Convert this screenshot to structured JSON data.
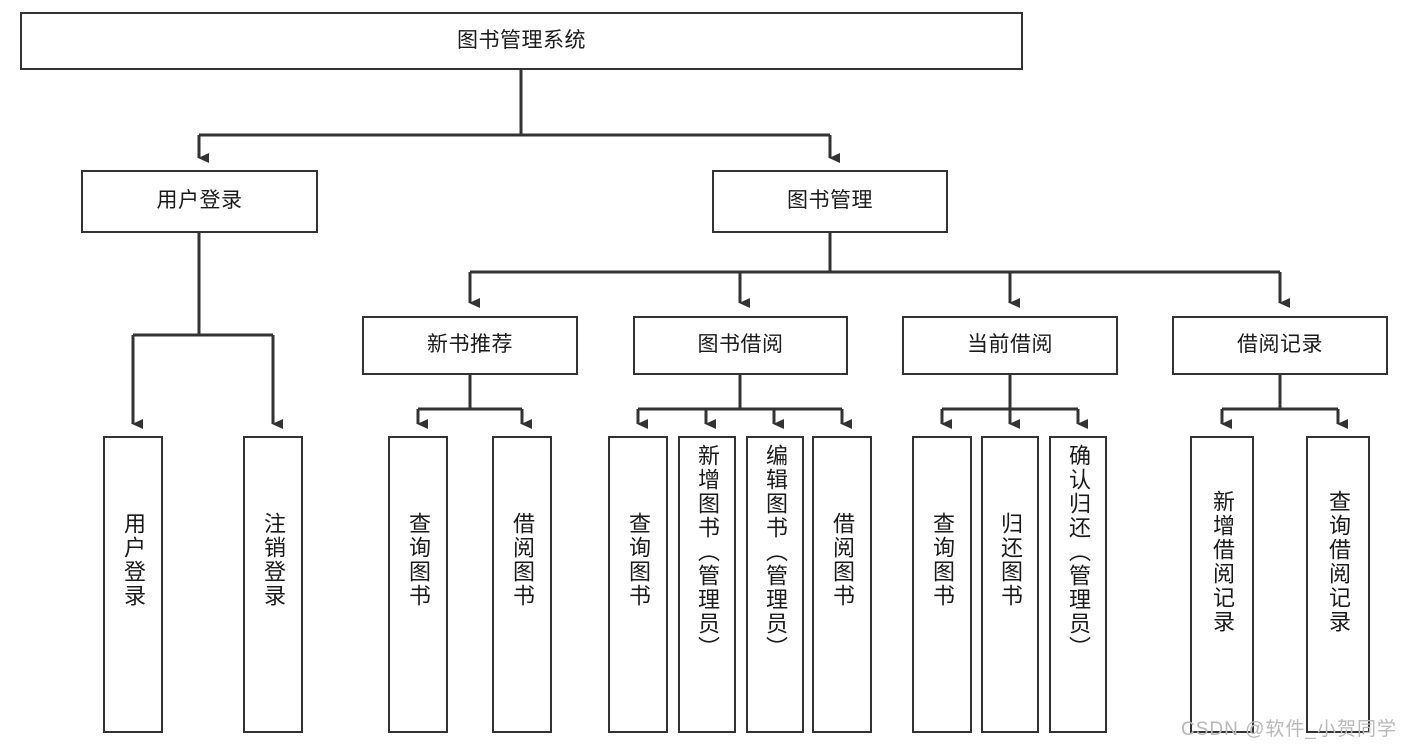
{
  "diagram": {
    "type": "tree",
    "title": "图书管理系统",
    "watermark": "CSDN @软件_小贺同学",
    "colors": {
      "stroke": "#333333",
      "fill": "#ffffff",
      "text": "#1a1a1a",
      "watermark": "#b8b8b8"
    },
    "nodes": {
      "root": "图书管理系统",
      "level1": [
        "用户登录",
        "图书管理"
      ],
      "level2": [
        "新书推荐",
        "图书借阅",
        "当前借阅",
        "借阅记录"
      ],
      "leaves": {
        "user_login": [
          "用户登录",
          "注销登录"
        ],
        "new_book": [
          "查询图书",
          "借阅图书"
        ],
        "book_borrow": [
          "查询图书",
          "新增图书（管理员）",
          "编辑图书（管理员）",
          "借阅图书"
        ],
        "current_borrow": [
          "查询图书",
          "归还图书",
          "确认归还（管理员）"
        ],
        "borrow_record": [
          "新增借阅记录",
          "查询借阅记录"
        ]
      }
    }
  }
}
